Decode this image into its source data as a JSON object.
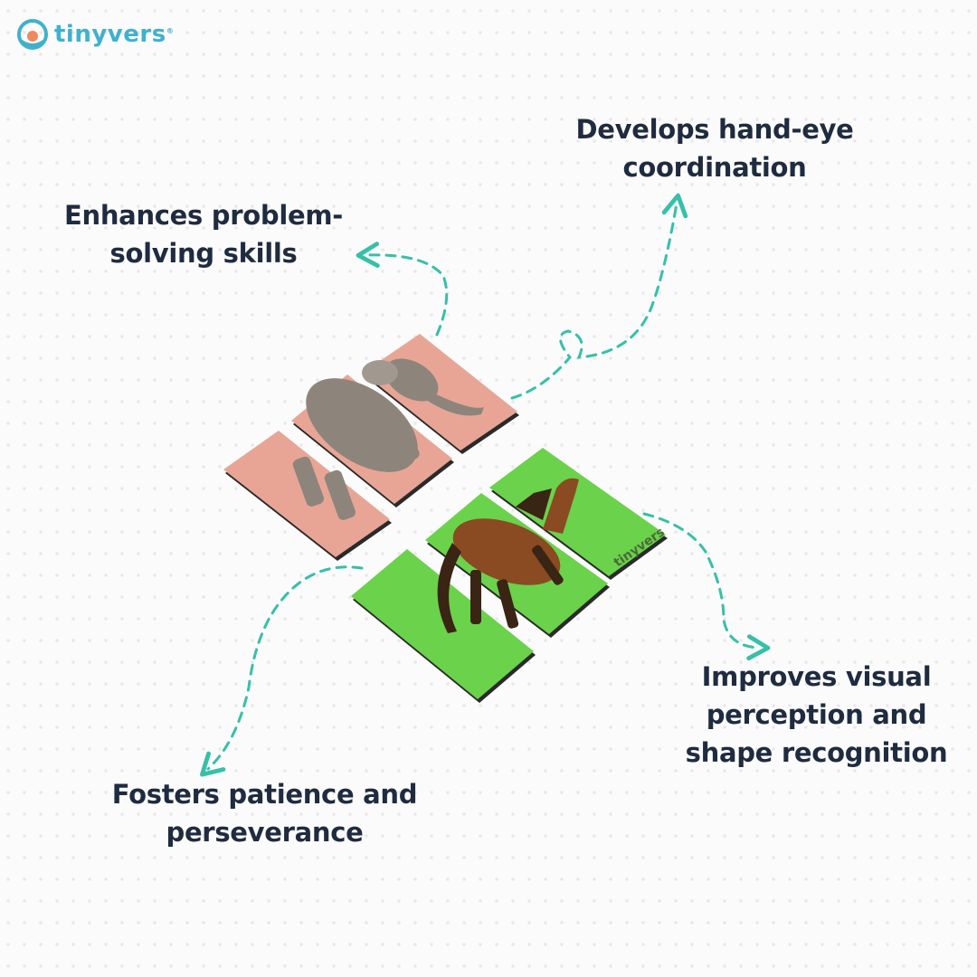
{
  "brand": {
    "name": "tinyvers",
    "registered": "®",
    "color": "#3fb1cf"
  },
  "benefits": {
    "hand_eye": "Develops hand-eye coordination",
    "problem_solving": "Enhances problem-solving skills",
    "visual_perception": "Improves visual perception and shape recognition",
    "patience": "Fosters patience and perseverance"
  },
  "puzzles": {
    "elephant": {
      "pieces": 3,
      "background": "#e8a596",
      "icon": "elephant-icon"
    },
    "horse": {
      "pieces": 3,
      "background": "#6bd24b",
      "icon": "horse-icon",
      "watermark": "tinyvers"
    }
  },
  "colors": {
    "text": "#1f2b3f",
    "arrow": "#36c0a8"
  }
}
